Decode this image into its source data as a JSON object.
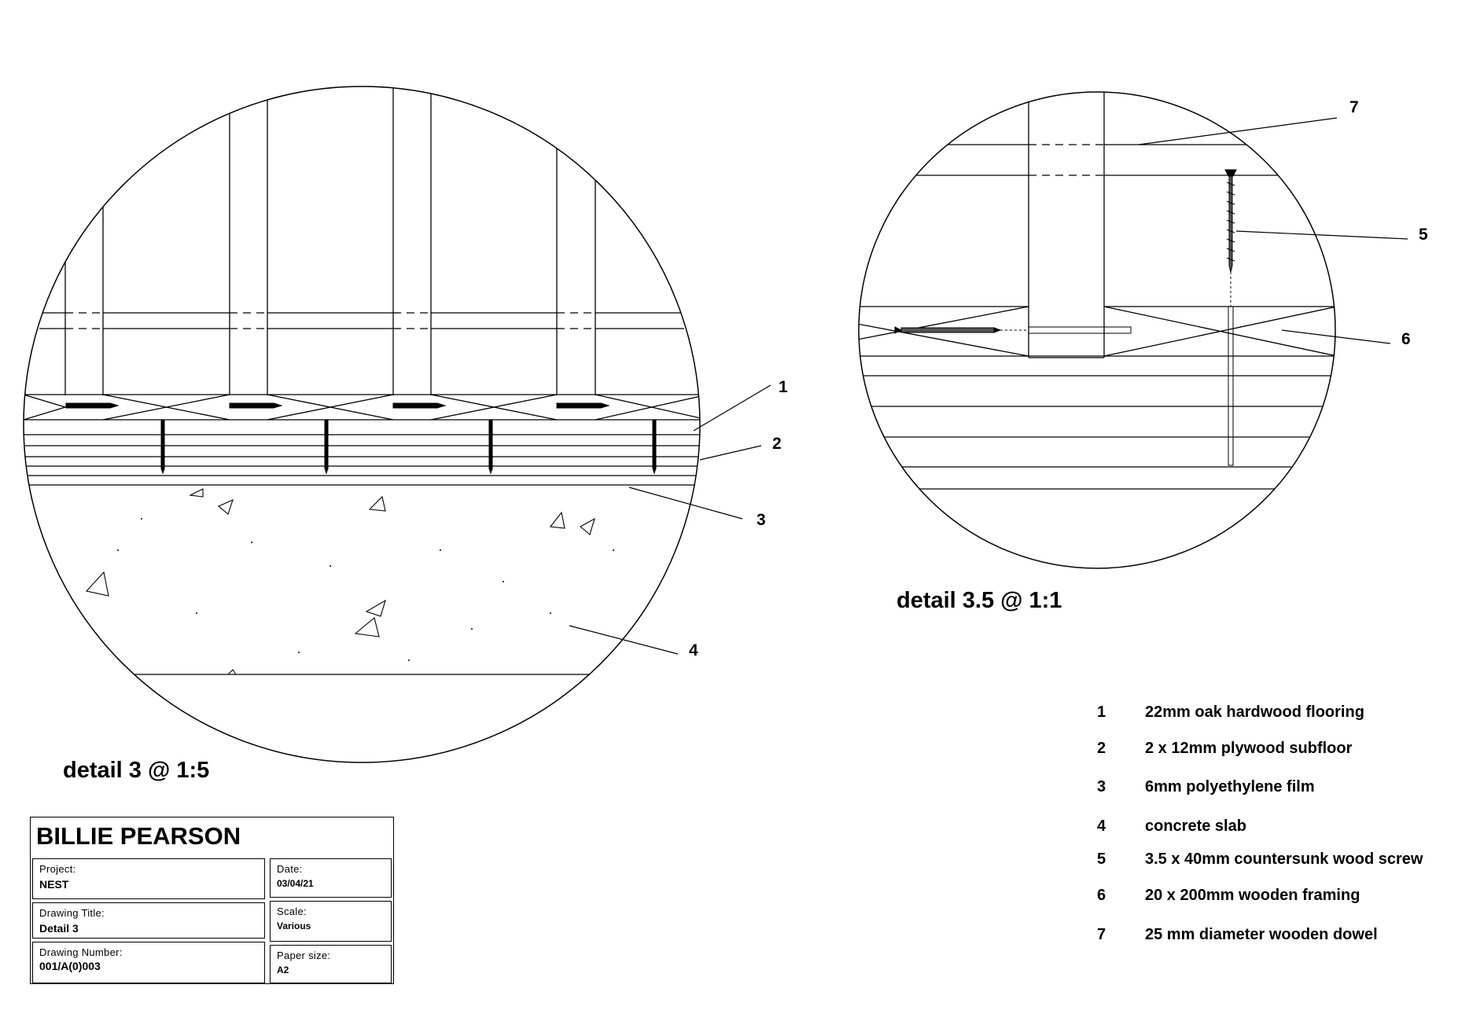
{
  "detail_large": {
    "caption": "detail 3 @ 1:5",
    "callouts": [
      "1",
      "2",
      "3",
      "4"
    ]
  },
  "detail_small": {
    "caption": "detail 3.5 @ 1:1",
    "callouts": [
      "7",
      "5",
      "6"
    ]
  },
  "legend": [
    {
      "num": "1",
      "text": "22mm oak hardwood flooring"
    },
    {
      "num": "2",
      "text": "2 x 12mm plywood subfloor"
    },
    {
      "num": "3",
      "text": "6mm polyethylene film"
    },
    {
      "num": "4",
      "text": "concrete slab"
    },
    {
      "num": "5",
      "text": "3.5 x 40mm countersunk wood screw"
    },
    {
      "num": "6",
      "text": "20 x 200mm wooden framing"
    },
    {
      "num": "7",
      "text": "25 mm diameter wooden dowel"
    }
  ],
  "title_block": {
    "name": "BILLIE PEARSON",
    "project_label": "Project:",
    "project_value": "NEST",
    "date_label": "Date:",
    "date_value": "03/04/21",
    "drawing_title_label": "Drawing Title:",
    "drawing_title_value": "Detail 3",
    "scale_label": "Scale:",
    "scale_value": "Various",
    "drawing_number_label": "Drawing Number:",
    "drawing_number_value": "001/A(0)003",
    "paper_size_label": "Paper size:",
    "paper_size_value": "A2"
  },
  "colors": {
    "ink": "#000000",
    "paper": "#ffffff"
  }
}
